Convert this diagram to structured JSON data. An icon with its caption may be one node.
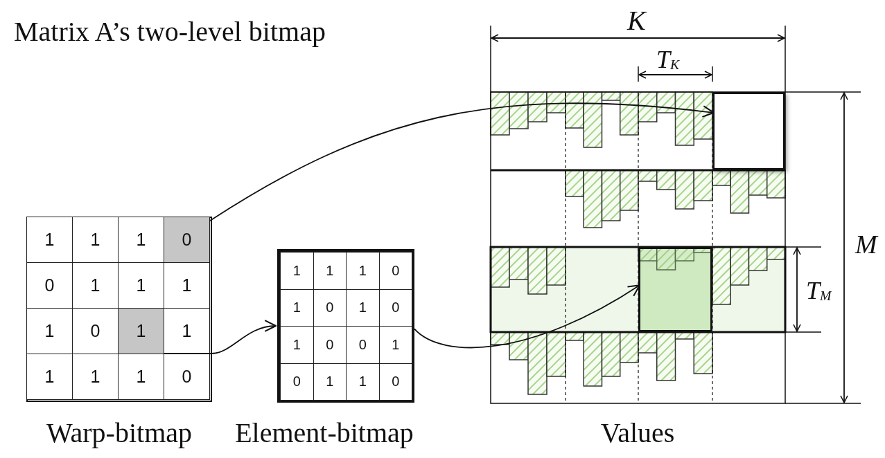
{
  "diagram": {
    "title": "Matrix A’s two-level bitmap",
    "nodes": [
      {
        "text": [],
        "shape": "box",
        "beside": [
          "Warp-bitmap"
        ]
      },
      {
        "text": [
          "1"
        ],
        "in": 0
      },
      {
        "text": [
          "1"
        ],
        "in": 0
      },
      {
        "text": [
          "1"
        ],
        "in": 0
      },
      {
        "text": [
          "0"
        ],
        "in": 0
      },
      {
        "text": [
          "0"
        ],
        "in": 0
      },
      {
        "text": [
          "1"
        ],
        "in": 0
      },
      {
        "text": [
          "1"
        ],
        "in": 0
      },
      {
        "text": [
          "1"
        ],
        "in": 0
      },
      {
        "text": [
          "1"
        ],
        "in": 0
      },
      {
        "text": [
          "0"
        ],
        "in": 0
      },
      {
        "text": [
          "1"
        ],
        "in": 0
      },
      {
        "text": [
          "1"
        ],
        "in": 0
      },
      {
        "text": [
          "1"
        ],
        "in": 0
      },
      {
        "text": [
          "1"
        ],
        "in": 0
      },
      {
        "text": [
          "1"
        ],
        "in": 0
      },
      {
        "text": [
          "0"
        ],
        "in": 0
      },
      {
        "text": [],
        "shape": "box",
        "beside": [
          "Element-bitmap"
        ]
      },
      {
        "text": [
          "1"
        ],
        "in": 17
      },
      {
        "text": [
          "1"
        ],
        "in": 17
      },
      {
        "text": [
          "1"
        ],
        "in": 17
      },
      {
        "text": [
          "0"
        ],
        "in": 17
      },
      {
        "text": [
          "1"
        ],
        "in": 17
      },
      {
        "text": [
          "0"
        ],
        "in": 17
      },
      {
        "text": [
          "1"
        ],
        "in": 17
      },
      {
        "text": [
          "0"
        ],
        "in": 17
      },
      {
        "text": [
          "1"
        ],
        "in": 17
      },
      {
        "text": [
          "0"
        ],
        "in": 17
      },
      {
        "text": [
          "0"
        ],
        "in": 17
      },
      {
        "text": [
          "1"
        ],
        "in": 17
      },
      {
        "text": [
          "0"
        ],
        "in": 17
      },
      {
        "text": [
          "1"
        ],
        "in": 17
      },
      {
        "text": [
          "1"
        ],
        "in": 17
      },
      {
        "text": [
          "0"
        ],
        "in": 17
      },
      {
        "text": [],
        "shape": "box",
        "beside": [
          "Values"
        ]
      },
      {
        "text": [],
        "shape": "box",
        "in": 34
      },
      {
        "text": [],
        "shape": "box",
        "in": 34
      }
    ],
    "edges": [
      {
        "from": 4,
        "to": 35,
        "arrow": "to"
      },
      {
        "from": 11,
        "to": 17,
        "arrow": "to"
      },
      {
        "from": 17,
        "to": 36,
        "arrow": "to"
      }
    ],
    "labels": [
      "K",
      "T$_{K}$",
      "M",
      "T$_{M}$"
    ]
  }
}
